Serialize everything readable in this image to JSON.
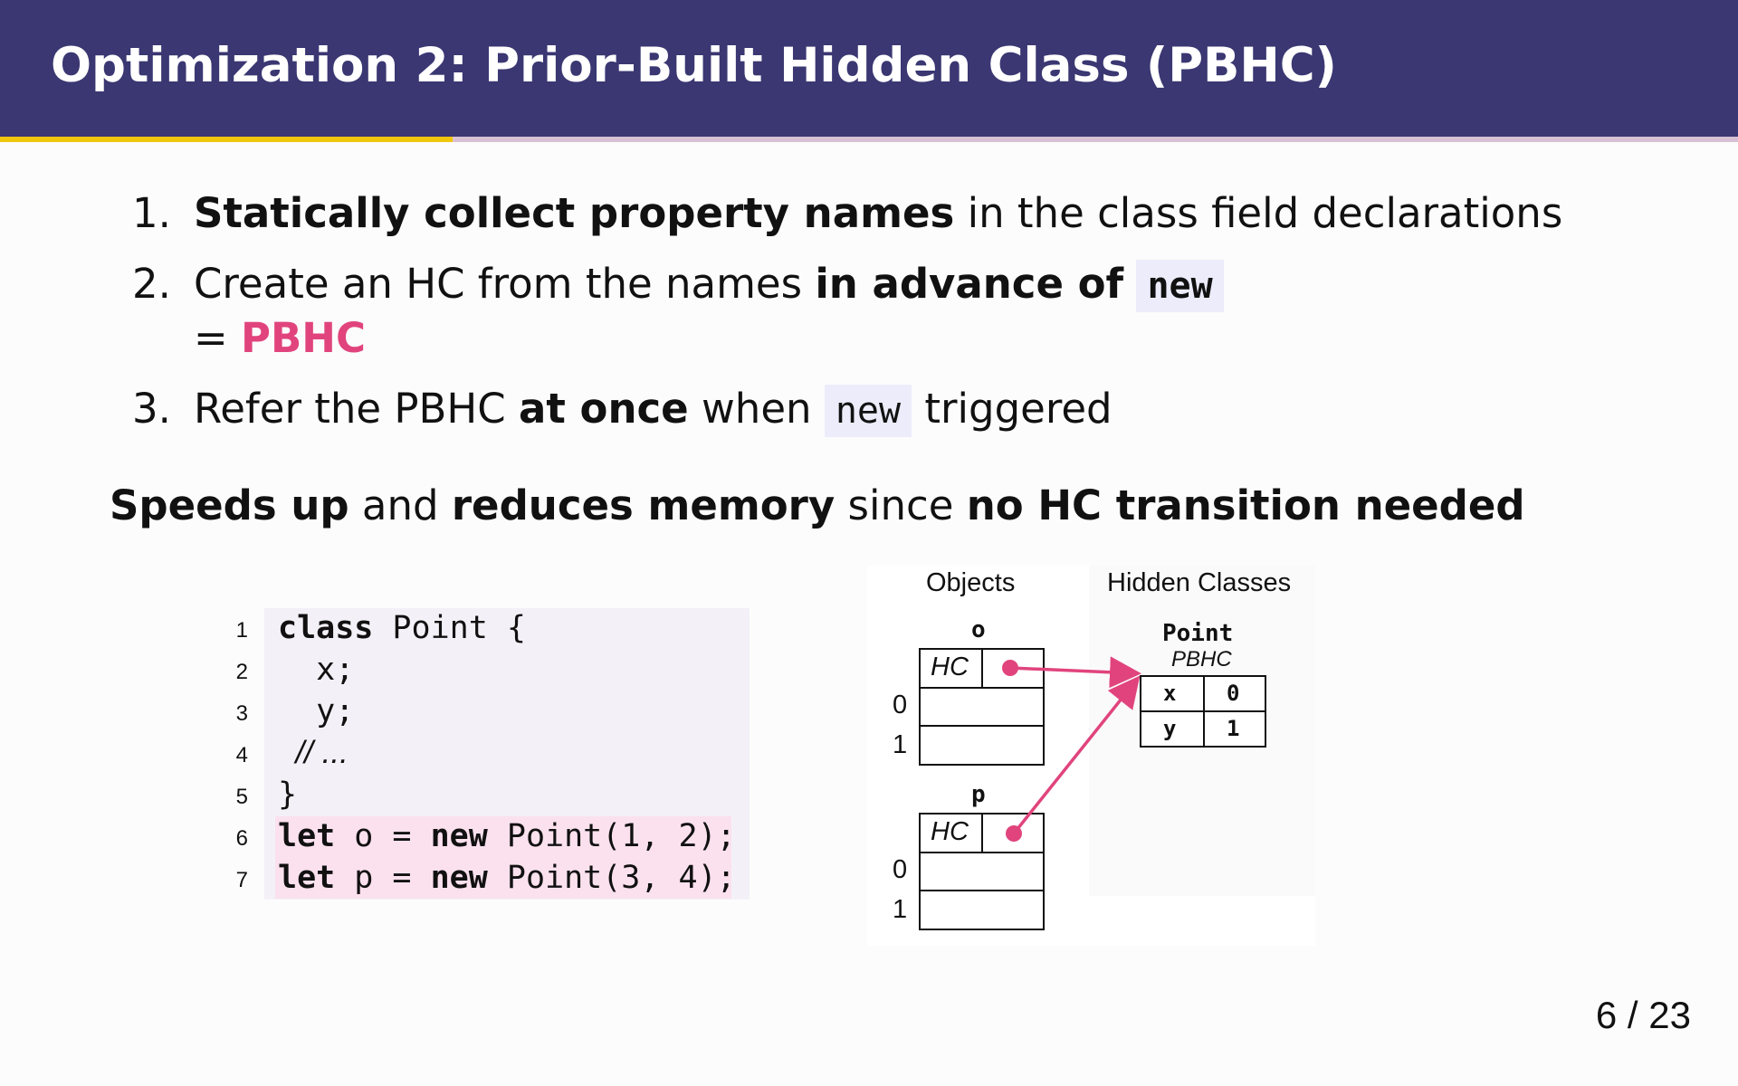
{
  "header": {
    "title": "Optimization 2: Prior-Built Hidden Class (PBHC)"
  },
  "steps": [
    {
      "num": "1.",
      "bold1": "Statically collect property names",
      "text1": " in the class field declarations"
    },
    {
      "num": "2.",
      "text1": "Create an HC from the names ",
      "bold1": "in advance of",
      "code": "new",
      "eq": "= ",
      "pbhc": "PBHC"
    },
    {
      "num": "3.",
      "text1": "Refer the PBHC ",
      "bold1": "at once",
      "text2": " when ",
      "code": "new",
      "text3": " triggered"
    }
  ],
  "summary": {
    "b1": "Speeds up",
    "t1": " and ",
    "b2": "reduces memory",
    "t2": " since ",
    "b3": "no HC transition needed"
  },
  "code": {
    "lines": [
      {
        "no": "1",
        "kw": "class",
        "rest": " Point {"
      },
      {
        "no": "2",
        "kw": "",
        "rest": "  x;"
      },
      {
        "no": "3",
        "kw": "",
        "rest": "  y;"
      },
      {
        "no": "4",
        "kw": "",
        "rest": "  // ..."
      },
      {
        "no": "5",
        "kw": "",
        "rest": "}"
      },
      {
        "no": "6",
        "kw": "let",
        "mid": " o = ",
        "kw2": "new",
        "rest": " Point(1, 2);"
      },
      {
        "no": "7",
        "kw": "let",
        "mid": " p = ",
        "kw2": "new",
        "rest": " Point(3, 4);"
      }
    ]
  },
  "diagram": {
    "objects_label": "Objects",
    "hidden_classes_label": "Hidden Classes",
    "obj_o": "o",
    "obj_p": "p",
    "hc_cell": "HC",
    "slot0": "0",
    "slot1": "1",
    "class_name": "Point",
    "class_tag": "PBHC",
    "prop_x": "x",
    "prop_y": "y",
    "off_x": "0",
    "off_y": "1",
    "arrow_color": "#e1447d"
  },
  "page": "6 / 23"
}
